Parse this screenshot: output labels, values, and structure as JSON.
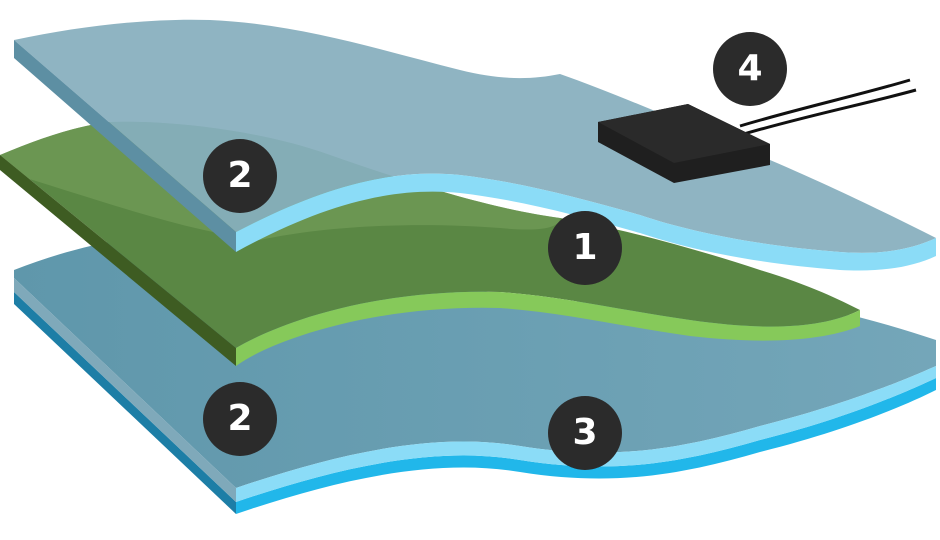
{
  "diagram": {
    "labels": [
      {
        "id": "layer-top",
        "text": "2"
      },
      {
        "id": "layer-middle",
        "text": "1"
      },
      {
        "id": "layer-lower",
        "text": "2"
      },
      {
        "id": "layer-bottom",
        "text": "3"
      },
      {
        "id": "sensor",
        "text": "4"
      }
    ],
    "colors": {
      "glass_face": "#87aebd",
      "glass_edge": "#8bdcf7",
      "glass_side": "#5d8fa3",
      "green_face": "#5a8744",
      "green_edge": "#86c95a",
      "green_side": "#3e5c22",
      "bottom_edge": "#21b7ea",
      "bottom_side": "#1d7ea6",
      "sensor_body": "#1f1f1f",
      "badge": "#2b2b2b"
    },
    "icons": [
      "sensor-box-icon",
      "sensor-cable-icon"
    ]
  }
}
